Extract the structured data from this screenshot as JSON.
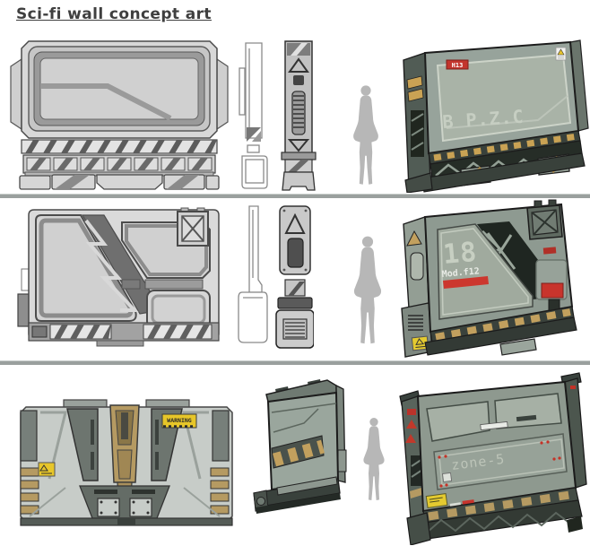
{
  "page": {
    "title": "Sci-fi wall concept art"
  },
  "colors": {
    "background": "#ffffff",
    "title_text": "#3f3f3f",
    "divider": "#9aa09e",
    "sketch_light": "#d6d6d6",
    "sketch_mid": "#8f8f8f",
    "sketch_dark": "#4a4a4a",
    "render_body": "#8e9a91",
    "render_panel": "#a6b0a5",
    "render_dark": "#39413c",
    "hazard_tan": "#c2a05e",
    "warning_yellow": "#e7c629",
    "accent_red": "#c8352c",
    "silhouette": "#b7b7b7"
  },
  "rows": [
    {
      "render": {
        "badge": "H13",
        "stencil": "B P.Z.C"
      }
    },
    {
      "render": {
        "number": "18",
        "module": "Mod.f12"
      }
    },
    {
      "front": {
        "warning": "WARNING"
      },
      "render": {
        "zone": "zone-5"
      }
    }
  ]
}
